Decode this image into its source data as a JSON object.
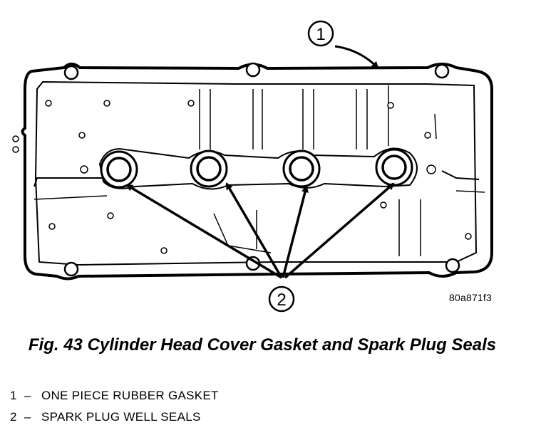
{
  "figure": {
    "code": "80a871f3",
    "caption": "Fig. 43 Cylinder Head Cover Gasket and Spark Plug Seals"
  },
  "callouts": [
    {
      "number": "1"
    },
    {
      "number": "2"
    }
  ],
  "legend": [
    {
      "number": "1",
      "dash": "–",
      "text": "ONE PIECE RUBBER GASKET"
    },
    {
      "number": "2",
      "dash": "–",
      "text": "SPARK PLUG WELL SEALS"
    }
  ]
}
